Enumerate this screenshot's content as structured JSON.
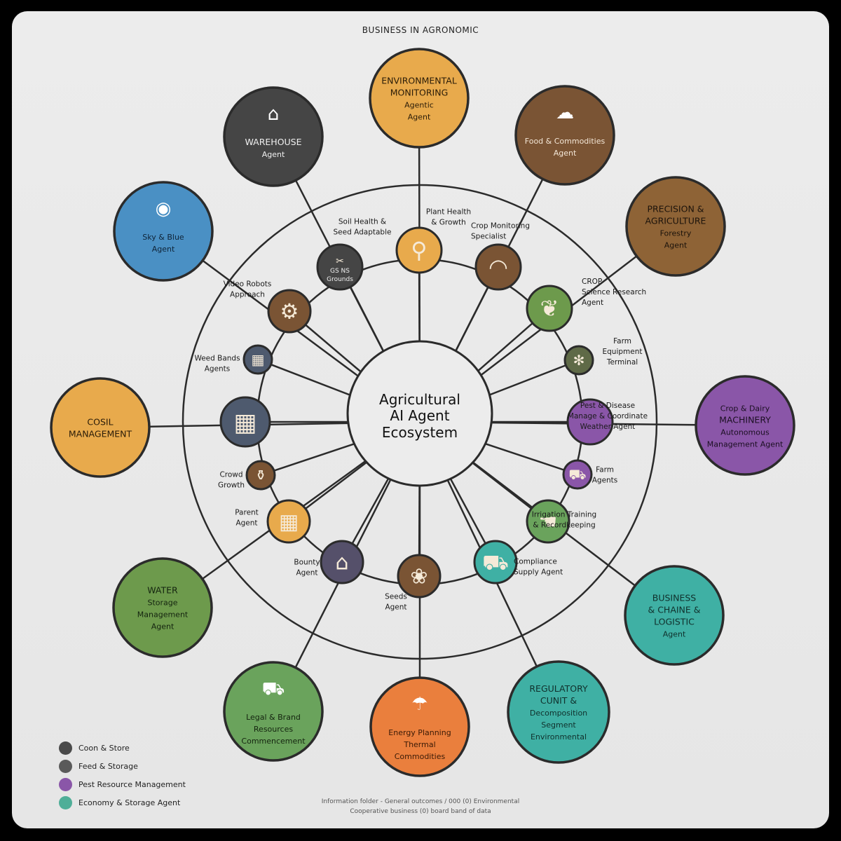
{
  "header": {
    "title": "BUSINESS IN AGRONOMIC"
  },
  "center": {
    "lines": [
      "Agricultural",
      "AI Agent",
      "Ecosystem"
    ]
  },
  "colors": {
    "line": "#2b2b2b",
    "dark": "#454545",
    "amber": "#e8aa4c",
    "brown": "#7a5434",
    "tan": "#8e6336",
    "blue": "#4a90c4",
    "purple": "#8a56a8",
    "olive_green": "#6d9a4c",
    "green": "#6aa35c",
    "orange": "#ea7f3d",
    "teal": "#3fb0a4",
    "slate": "#4e5a6e"
  },
  "outer_nodes": [
    {
      "id": "environmental-monitoring",
      "lines": [
        "ENVIRONMENTAL",
        "MONITORING",
        "Agentic",
        "Agent"
      ],
      "color": "amber",
      "text_color": "#2a1c08",
      "icon": ""
    },
    {
      "id": "food-commodities",
      "lines": [
        "Food & Commodities",
        "Agent"
      ],
      "color": "brown",
      "text_color": "#f3e6d6",
      "icon": "cloud-icon"
    },
    {
      "id": "precision-agriculture",
      "lines": [
        "PRECISION &",
        "AGRICULTURE",
        "Forestry",
        "Agent"
      ],
      "color": "tan",
      "text_color": "#1c130b",
      "icon": ""
    },
    {
      "id": "crop-machinery",
      "lines": [
        "Crop & Dairy",
        "MACHINERY",
        "Autonomous",
        "Management Agent"
      ],
      "color": "purple",
      "text_color": "#1b0f22",
      "icon": ""
    },
    {
      "id": "business-logistics",
      "lines": [
        "BUSINESS",
        "& CHAINE &",
        "LOGISTIC",
        "Agent"
      ],
      "color": "teal",
      "text_color": "#10302c",
      "icon": ""
    },
    {
      "id": "regulatory-compliance",
      "lines": [
        "REGULATORY",
        "CUNIT &",
        "Decomposition",
        "Segment",
        "Environmental"
      ],
      "color": "teal",
      "text_color": "#10302c",
      "icon": ""
    },
    {
      "id": "energy-thermal",
      "lines": [
        "Energy Planning",
        "Thermal",
        "Commodities"
      ],
      "color": "orange",
      "text_color": "#3a1a06",
      "icon": "umbrella-icon"
    },
    {
      "id": "legal-brand",
      "lines": [
        "Legal & Brand",
        "Resources",
        "Commencement"
      ],
      "color": "green",
      "text_color": "#14240f",
      "icon": "tractor-icon"
    },
    {
      "id": "water-storage",
      "lines": [
        "WATER",
        "Storage",
        "Management",
        "Agent"
      ],
      "color": "olive_green",
      "text_color": "#14240f",
      "icon": ""
    },
    {
      "id": "soil-management",
      "lines": [
        "COSIL",
        "MANAGEMENT"
      ],
      "color": "amber",
      "text_color": "#2a1c08",
      "icon": ""
    },
    {
      "id": "sky-blue",
      "lines": [
        "Sky & Blue",
        "Agent"
      ],
      "color": "blue",
      "text_color": "#0f2438",
      "icon": "globe-icon"
    },
    {
      "id": "warehouse",
      "lines": [
        "WAREHOUSE",
        "Agent"
      ],
      "color": "dark",
      "text_color": "#f0f0f0",
      "icon": "barn-icon"
    }
  ],
  "inner_nodes": [
    {
      "id": "plant-health",
      "label": [
        "Plant Health",
        "& Growth"
      ],
      "color": "amber",
      "icon": "microscope-icon"
    },
    {
      "id": "crop-monitoring",
      "label": [
        "Crop Monitoring",
        "Specialist"
      ],
      "color": "brown",
      "icon": "wifi-icon"
    },
    {
      "id": "crop-research",
      "label": [
        "CROP",
        "Science Research",
        "Agent"
      ],
      "color": "olive_green",
      "icon": "leaf-icon"
    },
    {
      "id": "farm-equipment",
      "label": [
        "Farm",
        "Equipment",
        "Terminal"
      ],
      "color": "dark_olive",
      "icon": "tree-icon"
    },
    {
      "id": "pest-disease",
      "label": [
        "Pest & Disease",
        "Manage & Coordinate",
        "Weather Agent"
      ],
      "color": "purple",
      "icon": ""
    },
    {
      "id": "farm-agents",
      "label": [
        "Farm",
        "Agents"
      ],
      "color": "purple",
      "icon": "cart-icon"
    },
    {
      "id": "irrigation-training",
      "label": [
        "Irrigation Training",
        "& Recordkeeping"
      ],
      "color": "green",
      "icon": "hand-icon"
    },
    {
      "id": "compliance",
      "label": [
        "Compliance",
        "Supply Agent"
      ],
      "color": "teal",
      "icon": "truck-icon"
    },
    {
      "id": "seeds",
      "label": [
        "Seeds",
        "Agent"
      ],
      "color": "brown",
      "icon": "seed-icon"
    },
    {
      "id": "bounty",
      "label": [
        "Bounty",
        "Agent"
      ],
      "color": "slate_purple",
      "icon": "house-icon"
    },
    {
      "id": "parent",
      "label": [
        "Parent",
        "Agent"
      ],
      "color": "amber",
      "icon": "building-icon"
    },
    {
      "id": "crowd-growth",
      "label": [
        "Crowd",
        "Growth"
      ],
      "color": "brown",
      "icon": "jar-icon"
    },
    {
      "id": "zone-management",
      "label": [],
      "color": "slate",
      "icon": "grid-icon"
    },
    {
      "id": "weed-bands",
      "label": [
        "Weed Bands",
        "Agents"
      ],
      "color": "slate",
      "icon": "grid-icon"
    },
    {
      "id": "video-robots",
      "label": [
        "Video Robots",
        "Approach"
      ],
      "color": "brown",
      "icon": "robot-icon"
    },
    {
      "id": "soil-health",
      "label": [
        "Soil Health &",
        "Seed Adaptable"
      ],
      "color": "dark",
      "icon": "scissors-icon",
      "inner_text": [
        "GS  NS",
        "Grounds"
      ]
    }
  ],
  "legend": [
    {
      "label": "Coon & Store",
      "color": "#4a4a4a"
    },
    {
      "label": "Feed & Storage",
      "color": "#5a5a5a"
    },
    {
      "label": "Pest Resource Management",
      "color": "#8a56a8"
    },
    {
      "label": "Economy & Storage Agent",
      "color": "#4fae98"
    }
  ],
  "footer": {
    "lines": [
      "Information folder - General outcomes / 000 (0) Environmental",
      "Cooperative business (0) board band of data"
    ]
  }
}
